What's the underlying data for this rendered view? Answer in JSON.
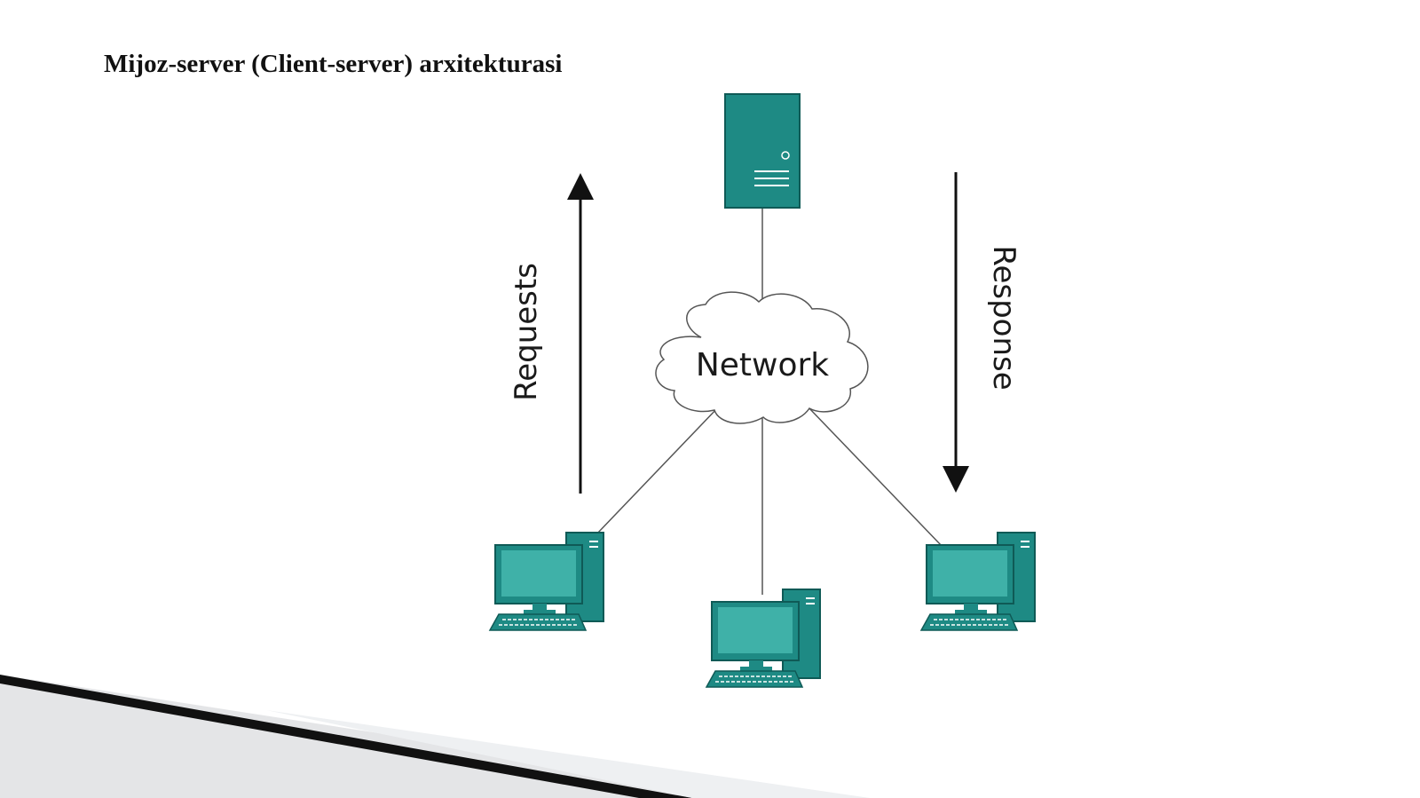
{
  "slide": {
    "title": "Mijoz-server (Client-server) arxitekturasi"
  },
  "diagram": {
    "network_label": "Network",
    "requests_label": "Requests",
    "response_label": "Response",
    "nodes": {
      "server": "server-icon",
      "cloud": "cloud-icon",
      "clients": [
        "desktop-computer-icon",
        "desktop-computer-icon",
        "desktop-computer-icon"
      ]
    },
    "colors": {
      "device_teal": "#1e8a84",
      "device_dark": "#0f5a56",
      "screen_light": "#3fb1a8",
      "link_line": "#555555",
      "arrow": "#111111"
    }
  }
}
